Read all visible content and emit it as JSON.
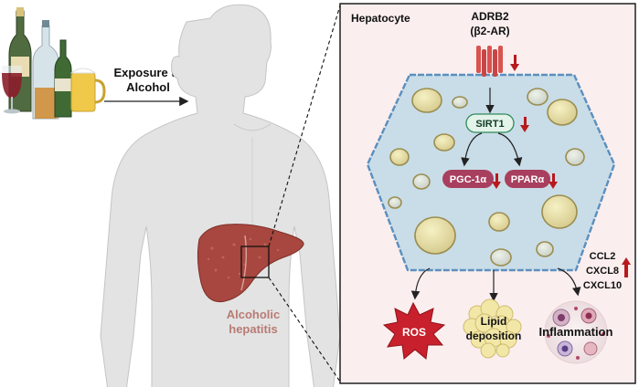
{
  "left": {
    "exposure_line1": "Exposure to",
    "exposure_line2": "Alcohol",
    "liver_label_line1": "Alcoholic",
    "liver_label_line2": "hepatitis"
  },
  "cell": {
    "title": "Hepatocyte",
    "receptor_line1": "ADRB2",
    "receptor_line2": "(β2-AR)",
    "sirt1": "SIRT1",
    "pgc1a": "PGC-1α",
    "ppara": "PPARα",
    "ccl2": "CCL2",
    "cxcl8": "CXCL8",
    "cxcl10": "CXCL10",
    "ros": "ROS",
    "lipid_line1": "Lipid",
    "lipid_line2": "deposition",
    "inflammation": "Inflammation"
  },
  "colors": {
    "panel_bg": "#fbeeee",
    "cell_fill": "#c9dde8",
    "cell_border": "#5b8fbf",
    "node_fill": "#a83f5e",
    "sirt1_fill": "#e3f3ea",
    "sirt1_border": "#2f8a5a",
    "down_arrow": "#b8191c",
    "up_arrow": "#b8191c",
    "ros_fill": "#c8202c",
    "liver_fill": "#a7473f",
    "liver_text": "#b87b74"
  }
}
